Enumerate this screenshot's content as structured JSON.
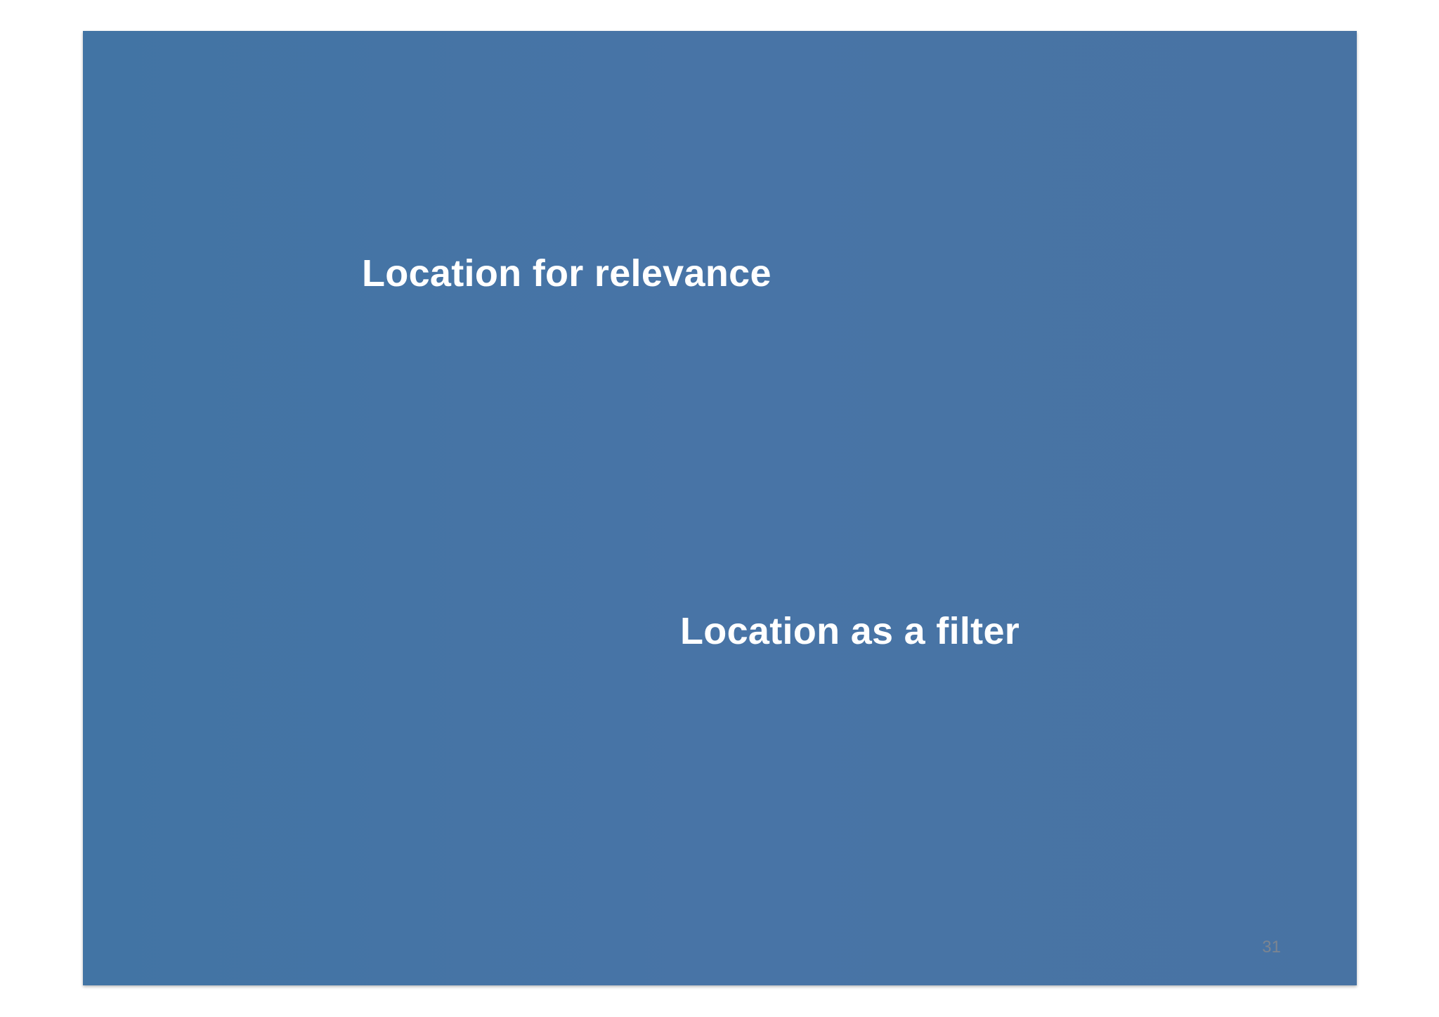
{
  "slide": {
    "heading_one": "Location for relevance",
    "heading_two": "Location as a filter",
    "page_number": "31",
    "colors": {
      "background": "#4574a5",
      "text": "#ffffff",
      "page_number": "#7c8591"
    }
  }
}
